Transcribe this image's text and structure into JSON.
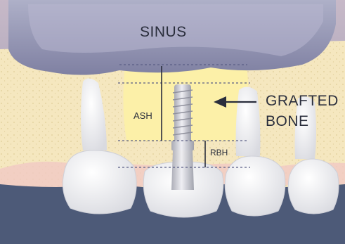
{
  "labels": {
    "sinus": "SINUS",
    "ash": "ASH",
    "rbh": "RBH",
    "grafted_line1": "GRAFTED",
    "grafted_line2": "BONE"
  },
  "colors": {
    "sinus": "#9a9bb8",
    "gum": "#f5e7bf",
    "grafted_bone": "#fcf0a8",
    "tooth": "#f6f6f8",
    "background": "#4d5a78",
    "text": "#2a2e3c"
  }
}
